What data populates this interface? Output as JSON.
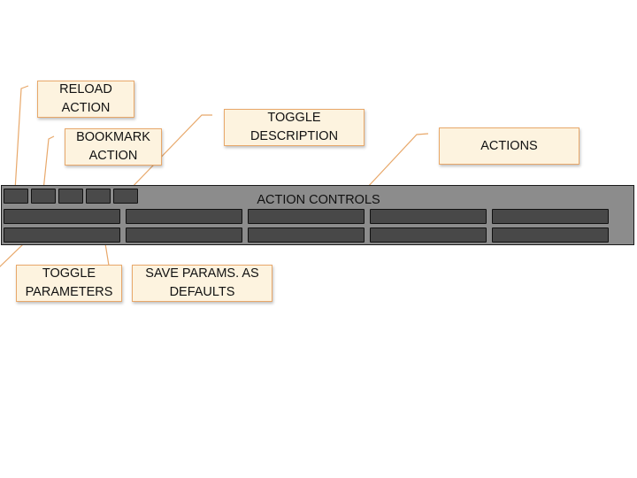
{
  "diagram": {
    "panel_title": "ACTION CONTROLS",
    "callouts": {
      "reload": "RELOAD\nACTION",
      "bookmark": "BOOKMARK\nACTION",
      "toggle_description": "TOGGLE\nDESCRIPTION",
      "actions": "ACTIONS",
      "toggle_parameters": "TOGGLE\nPARAMETERS",
      "save_params": "SAVE PARAMS. AS\nDEFAULTS"
    },
    "colors": {
      "callout_fill": "#fdf3df",
      "callout_border": "#e8a86a",
      "leader_line": "#e8a86a",
      "panel_fill": "#8c8c8c",
      "button_fill": "#484848"
    }
  }
}
